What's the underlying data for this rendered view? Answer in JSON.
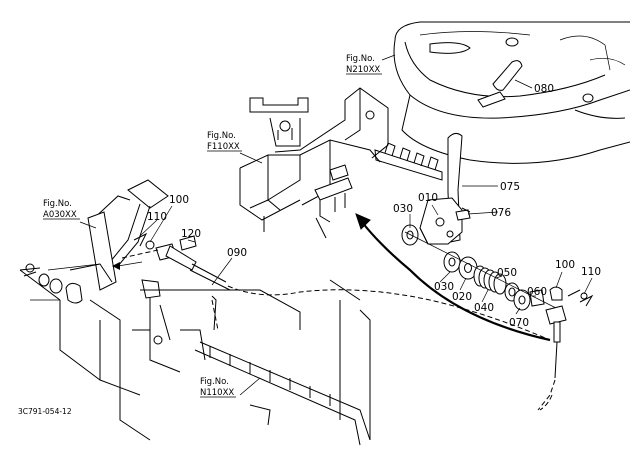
{
  "figure_refs": {
    "n210": {
      "line1": "Fig.No.",
      "line2": "N210XX"
    },
    "f110": {
      "line1": "Fig.No.",
      "line2": "F110XX"
    },
    "a030": {
      "line1": "Fig.No.",
      "line2": "A030XX"
    },
    "n110": {
      "line1": "Fig.No.",
      "line2": "N110XX"
    }
  },
  "part_numbers": {
    "p010": "010",
    "p020": "020",
    "p030_top": "030",
    "p030_bottom": "030",
    "p040": "040",
    "p050": "050",
    "p060": "060",
    "p070": "070",
    "p075": "075",
    "p076": "076",
    "p080": "080",
    "p090": "090",
    "p100_left": "100",
    "p100_right": "100",
    "p110_left": "110",
    "p110_right": "110",
    "p120": "120"
  },
  "drawing_code": "3C791-054-12"
}
